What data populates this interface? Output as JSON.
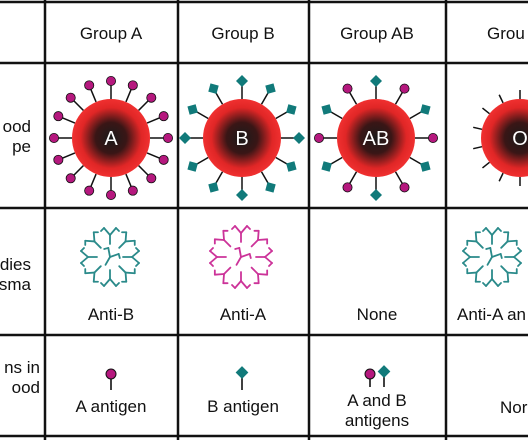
{
  "columns": [
    {
      "header": "Group A",
      "cell_label": "A",
      "antibodies": "Anti-B",
      "antigen_line1": "A antigen",
      "antigen_line2": "",
      "antigen_type": "A"
    },
    {
      "header": "Group B",
      "cell_label": "B",
      "antibodies": "Anti-A",
      "antigen_line1": "B antigen",
      "antigen_line2": "",
      "antigen_type": "B"
    },
    {
      "header": "Group AB",
      "cell_label": "AB",
      "antibodies": "None",
      "antigen_line1": "A and B",
      "antigen_line2": "antigens",
      "antigen_type": "AB"
    },
    {
      "header": "Grou",
      "cell_label": "O",
      "antibodies": "Anti-A an",
      "antigen_line1": "Nor",
      "antigen_line2": "",
      "antigen_type": "none"
    }
  ],
  "rows": [
    {
      "line1": "ood",
      "line2": "pe"
    },
    {
      "line1": "dies",
      "line2": "sma"
    },
    {
      "line1": "ns in",
      "line2": "ood"
    }
  ],
  "colors": {
    "antigen_a": "#b5187e",
    "antigen_b": "#117a7a",
    "cell_outer": "#ee2a2a",
    "antibody_anti_a": "#cc3399",
    "antibody_anti_b": "#2a8a8a",
    "grid": "#111111"
  }
}
